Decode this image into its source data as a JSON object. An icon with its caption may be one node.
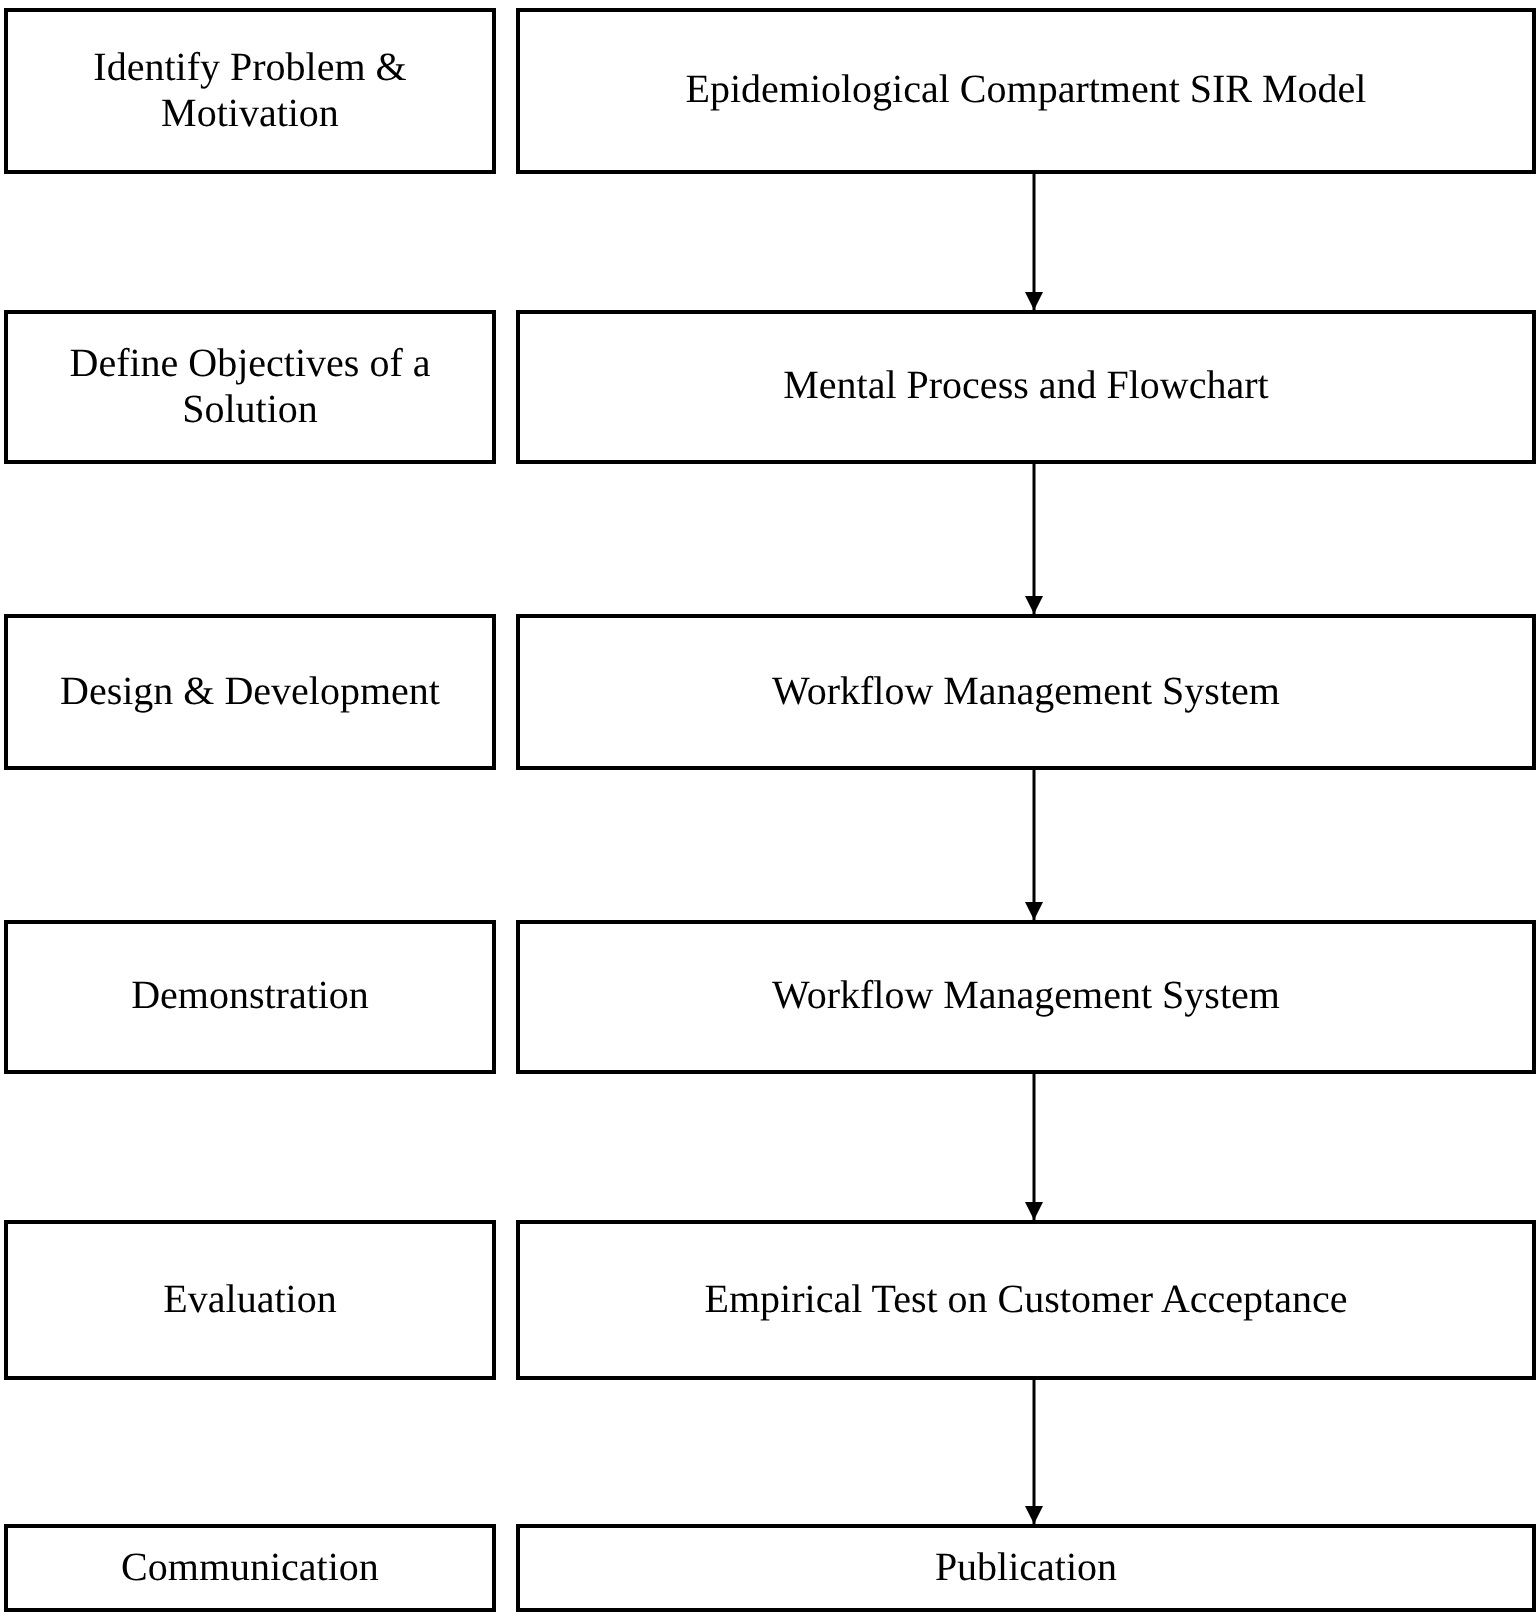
{
  "diagram": {
    "nodes": [
      {
        "text": [
          "Identify Problem & Motivation"
        ]
      },
      {
        "text": [
          "Epidemiological Compartment SIR Model"
        ]
      },
      {
        "text": [
          "Define Objectives of a Solution"
        ]
      },
      {
        "text": [
          "Mental Process and Flowchart"
        ]
      },
      {
        "text": [
          "Design & Development"
        ]
      },
      {
        "text": [
          "Workflow Management System"
        ]
      },
      {
        "text": [
          "Demonstration"
        ]
      },
      {
        "text": [
          "Workflow Management System"
        ]
      },
      {
        "text": [
          "Evaluation"
        ]
      },
      {
        "text": [
          "Empirical Test on Customer Acceptance"
        ]
      },
      {
        "text": [
          "Communication"
        ]
      },
      {
        "text": [
          "Publication"
        ]
      }
    ],
    "edges": [
      {
        "from": 1,
        "to": 3,
        "arrow": "to"
      },
      {
        "from": 3,
        "to": 5,
        "arrow": "to"
      },
      {
        "from": 5,
        "to": 7,
        "arrow": "to"
      },
      {
        "from": 7,
        "to": 9,
        "arrow": "to"
      },
      {
        "from": 9,
        "to": 11,
        "arrow": "to"
      }
    ]
  }
}
